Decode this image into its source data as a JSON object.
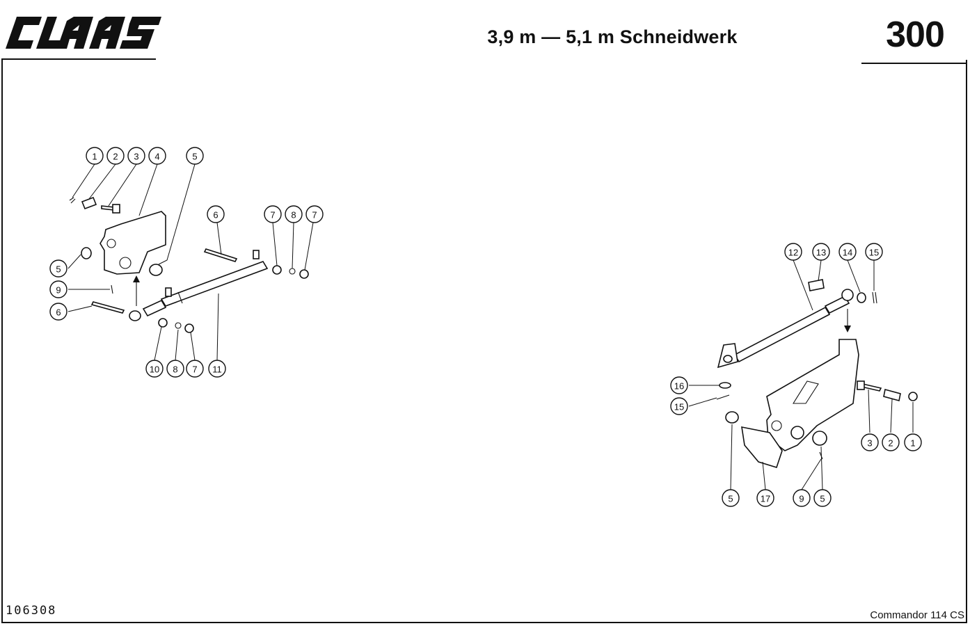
{
  "header": {
    "brand": "CLAAS",
    "title": "3,9 m — 5,1 m Schneidwerk",
    "page_number": "300"
  },
  "footer": {
    "drawing_code": "106308",
    "model_name": "Commandor 114 CS"
  },
  "diagram": {
    "left_assembly": {
      "callouts": [
        "1",
        "2",
        "3",
        "4",
        "5",
        "6",
        "7",
        "8",
        "7",
        "5",
        "9",
        "6",
        "10",
        "8",
        "7",
        "11"
      ]
    },
    "right_assembly": {
      "callouts": [
        "12",
        "13",
        "14",
        "15",
        "16",
        "15",
        "3",
        "2",
        "1",
        "5",
        "17",
        "9",
        "5"
      ]
    }
  }
}
